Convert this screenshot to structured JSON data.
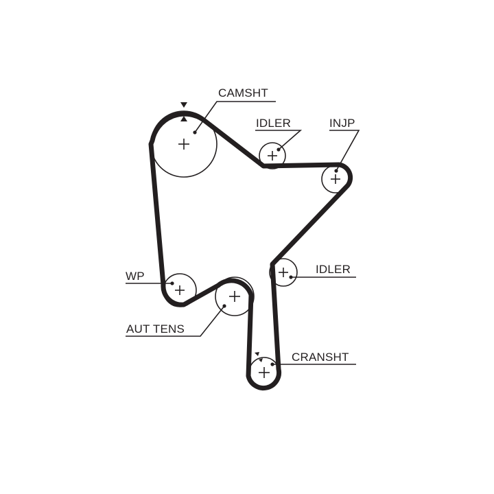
{
  "labels": {
    "camshaft": "CAMSHT",
    "idler_top": "IDLER",
    "injection_pump": "INJP",
    "idler_right": "IDLER",
    "water_pump": "WP",
    "auto_tensioner": "AUT TENS",
    "crankshaft": "CRANSHT"
  },
  "colors": {
    "ink": "#231f20",
    "background": "#ffffff"
  }
}
